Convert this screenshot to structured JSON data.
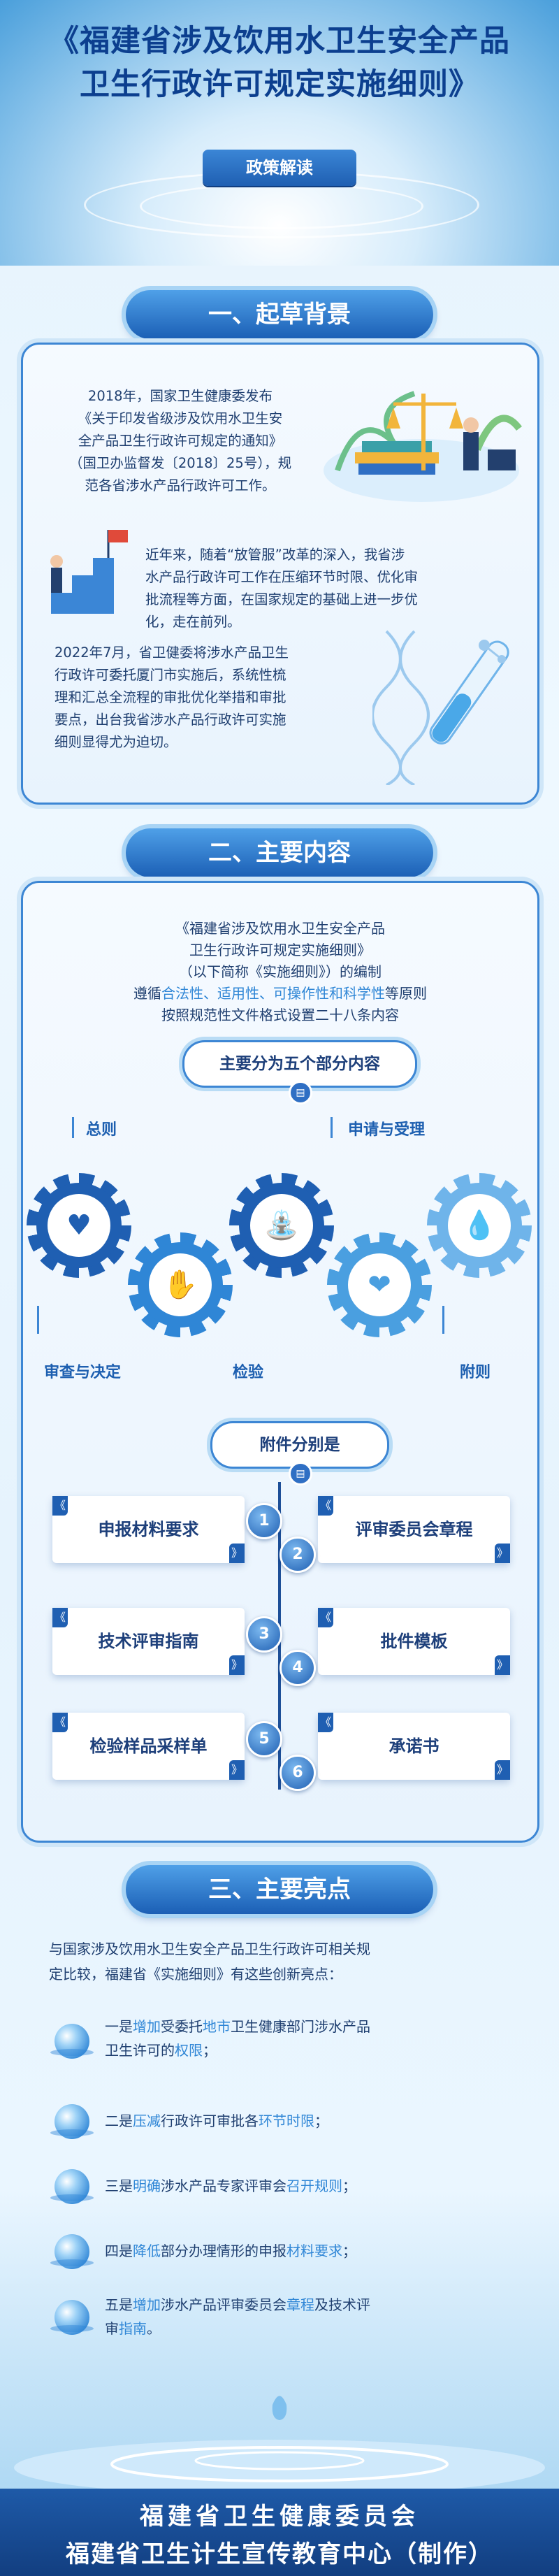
{
  "title": {
    "line1": "《福建省涉及饮用水卫生安全产品",
    "line2": "卫生行政许可规定实施细则》"
  },
  "policy_tag": "政策解读",
  "section1": {
    "heading": "一、起草背景",
    "para1": [
      "2018年，国家卫生健康委发布",
      "《关于印发省级涉及饮用水卫生安",
      "全产品卫生行政许可规定的通知》",
      "（国卫办监督发〔2018〕25号），规",
      "范各省涉水产品行政许可工作。"
    ],
    "para2": [
      "近年来，随着“放管服”改革的深入，我省涉",
      "水产品行政许可工作在压缩环节时限、优化审",
      "批流程等方面，在国家规定的基础上进一步优",
      "化，走在前列。"
    ],
    "para3": [
      "2022年7月，省卫健委将涉水产品卫生",
      "行政许可委托厦门市实施后，系统性梳",
      "理和汇总全流程的审批优化举措和审批",
      "要点，出台我省涉水产品行政许可实施",
      "细则显得尤为迫切。"
    ]
  },
  "section2": {
    "heading": "二、主要内容",
    "intro1": "《福建省涉及饮用水卫生安全产品",
    "intro2": "卫生行政许可规定实施细则》",
    "intro3": "（以下简称《实施细则》）的编制",
    "intro4_pre": "遵循",
    "intro4_hl": "合法性、适用性、可操作性和科学性",
    "intro4_post": "等原则",
    "intro5": "按照规范性文件格式设置二十八条内容",
    "parts_title": "主要分为五个部分内容",
    "parts": [
      "总则",
      "申请与受理",
      "审查与决定",
      "检验",
      "附则"
    ],
    "annex_title": "附件分别是",
    "annexes": [
      {
        "num": "1",
        "label": "申报材料要求"
      },
      {
        "num": "2",
        "label": "评审委员会章程"
      },
      {
        "num": "3",
        "label": "技术评审指南"
      },
      {
        "num": "4",
        "label": "批件模板"
      },
      {
        "num": "5",
        "label": "检验样品采样单"
      },
      {
        "num": "6",
        "label": "承诺书"
      }
    ]
  },
  "section3": {
    "heading": "三、主要亮点",
    "intro": [
      "与国家涉及饮用水卫生安全产品卫生行政许可相关规",
      "定比较，福建省《实施细则》有这些创新亮点："
    ],
    "items": [
      {
        "a": "一是",
        "b": "增加",
        "c": "受委托",
        "d": "地市",
        "e": "卫生健康部门涉水产品",
        "f": "卫生许可的",
        "g": "权限",
        "h": "；"
      },
      {
        "a": "二是",
        "b": "压减",
        "c": "行政许可审批各",
        "d": "环节时限",
        "e": "；",
        "f": "",
        "g": "",
        "h": ""
      },
      {
        "a": "三是",
        "b": "明确",
        "c": "涉水产品专家评审会",
        "d": "召开规则",
        "e": "；",
        "f": "",
        "g": "",
        "h": ""
      },
      {
        "a": "四是",
        "b": "降低",
        "c": "部分办理情形的申报",
        "d": "材料要求",
        "e": "；",
        "f": "",
        "g": "",
        "h": ""
      },
      {
        "a": "五是",
        "b": "增加",
        "c": "涉水产品评审委员会",
        "d": "章程",
        "e": "及技术评",
        "f": "审",
        "g": "指南",
        "h": "。"
      }
    ]
  },
  "footer": {
    "line1": "福建省卫生健康委员会",
    "line2": "福建省卫生计生宣传教育中心（制作）"
  },
  "colors": {
    "primary": "#1f5fb2",
    "accent": "#2f86d6",
    "text": "#1f3f70",
    "gear_dark": "#1f5fb2",
    "gear_light": "#6fb4ea"
  },
  "icons": [
    "hands-heart-icon",
    "hand-water-icon",
    "water-faucet-icon",
    "heart-hands-icon",
    "water-drop-icon",
    "books-scales-icon",
    "stairs-flag-icon",
    "dna-test-tube-icon"
  ]
}
